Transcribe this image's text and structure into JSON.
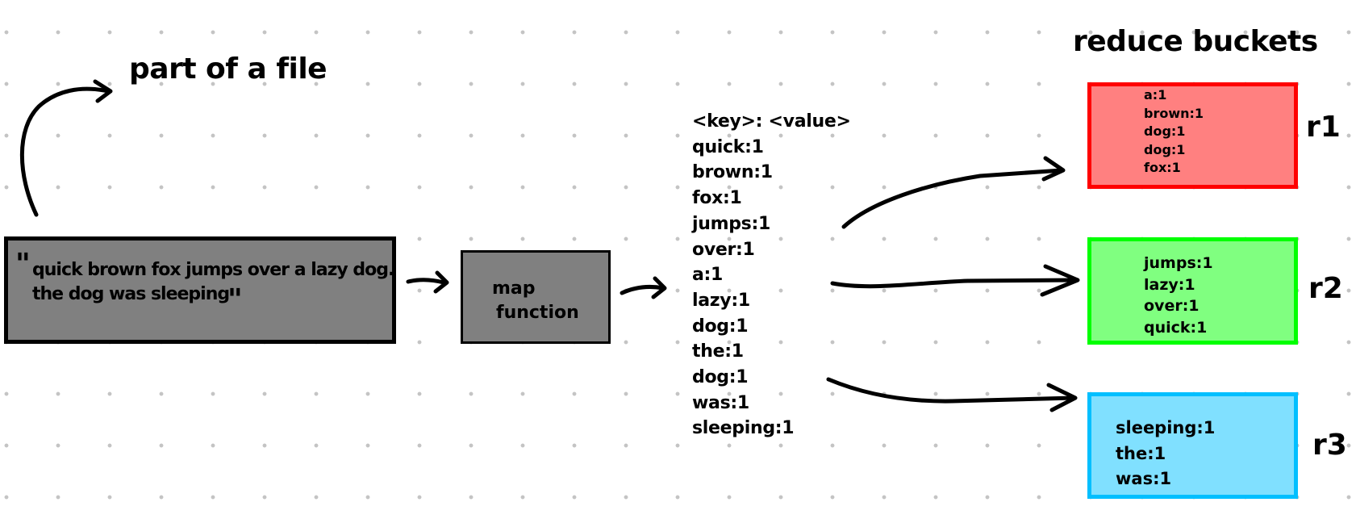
{
  "diagram": {
    "part_label": "part of a file",
    "reduce_label": "reduce buckets",
    "input": {
      "quote_open": "\"",
      "line1": "quick brown fox jumps over a lazy dog.",
      "line2": "the dog was sleeping",
      "quote_close": "\""
    },
    "map": {
      "line1": "map",
      "line2": "function"
    },
    "pairs": {
      "header": "<key>: <value>",
      "items": [
        "quick:1",
        "brown:1",
        "fox:1",
        "jumps:1",
        "over:1",
        "a:1",
        "lazy:1",
        "dog:1",
        "the:1",
        "dog:1",
        "was:1",
        "sleeping:1"
      ]
    },
    "buckets": [
      {
        "label": "r1",
        "color": "#ff8080",
        "border_color": "#ff0000",
        "items": [
          "a:1",
          "brown:1",
          "dog:1",
          "dog:1",
          "fox:1"
        ]
      },
      {
        "label": "r2",
        "color": "#80ff80",
        "border_color": "#00ff00",
        "items": [
          "jumps:1",
          "lazy:1",
          "over:1",
          "quick:1"
        ]
      },
      {
        "label": "r3",
        "color": "#80e0ff",
        "border_color": "#00bfff",
        "items": [
          "sleeping:1",
          "the:1",
          "was:1"
        ]
      }
    ],
    "colors": {
      "box_fill": "#808080",
      "stroke": "#000000"
    }
  }
}
